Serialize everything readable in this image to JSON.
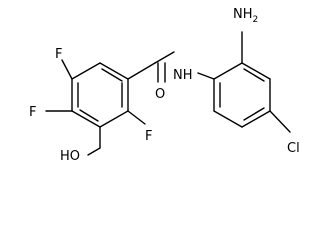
{
  "molecule": {
    "atom_labels": {
      "f_top": "F",
      "f_left": "F",
      "f_right": "F",
      "hydroxyl": "HO",
      "amide_nh": "NH",
      "amino": "NH2",
      "carbonyl_o": "O",
      "chloro": "Cl"
    },
    "colors": {
      "bond": "#000000",
      "label": "#000000"
    }
  }
}
